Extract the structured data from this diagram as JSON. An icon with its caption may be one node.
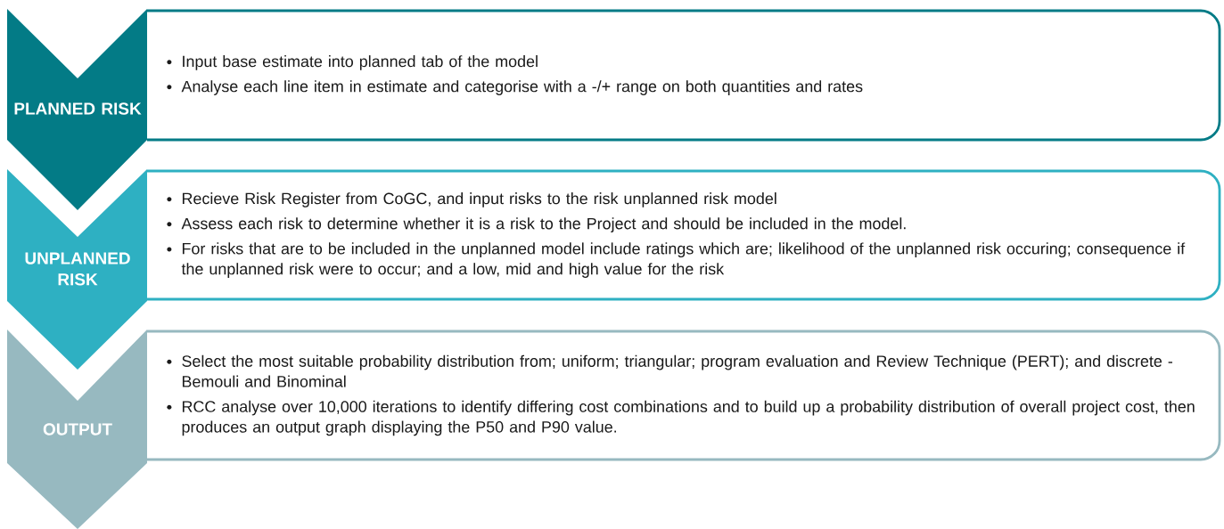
{
  "diagram": {
    "nodes": [
      {
        "text": [
          "PLANNED RISK"
        ]
      },
      {
        "text": [
          "Input base estimate into planned tab of the model",
          "Analyse each line item in estimate and categorise with a -/+ range on both quantities and rates"
        ]
      },
      {
        "text": [
          "UNPLANNED RISK"
        ]
      },
      {
        "text": [
          "Recieve Risk Register from CoGC, and input risks to the risk unplanned risk model",
          "Assess each risk to determine whether it is a risk to the Project and should be included in the model.",
          "For risks that are to be included in the unplanned model include ratings which are; likelihood of the unplanned risk occuring; consequence if the unplanned risk were to occur; and a low, mid and high value for the risk"
        ]
      },
      {
        "text": [
          "OUTPUT"
        ]
      },
      {
        "text": [
          "Select the most suitable probability distribution from; uniform; triangular; program evaluation and Review Technique (PERT); and discrete - Bemouli and Binominal",
          "RCC analyse over 10,000 iterations to identify differing cost combinations and to build up a probability distribution of overall project cost, then produces an output graph displaying the P50 and P90 value."
        ]
      }
    ]
  }
}
